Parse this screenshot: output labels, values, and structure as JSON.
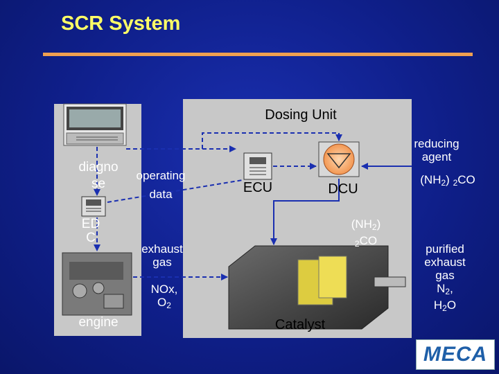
{
  "title": "SCR System",
  "dosing_unit": {
    "label": "Dosing Unit",
    "ecu_label": "ECU",
    "dcu_label": "DCU"
  },
  "catalyst_label": "Catalyst",
  "left": {
    "diagnose_line1": "diagno",
    "diagnose_line2": "se",
    "edc_line1": "ED",
    "edc_line2": "C",
    "engine_label": "engine"
  },
  "signals": {
    "operating_line1": "operating",
    "operating_line2": "data",
    "exhaust_line1": "exhaust",
    "exhaust_line2": "gas",
    "nox_line1": "NOx,",
    "nox_line2": "O",
    "nox_sub": "2"
  },
  "reducing": {
    "line1": "reducing",
    "line2": "agent",
    "formula_a": "(NH",
    "formula_sub1": "2",
    "formula_b": ")",
    "formula_sub2": "2",
    "formula_c": "CO"
  },
  "dose_flow": {
    "line1_a": "(NH",
    "line1_sub": "2",
    "line1_b": ")",
    "line2_sub": "2",
    "line2_c": "CO"
  },
  "purified": {
    "line1": "purified",
    "line2": "exhaust",
    "line3": "gas",
    "n2_a": "N",
    "n2_sub": "2",
    "n2_b": ",",
    "h2o_a": "H",
    "h2o_sub": "2",
    "h2o_b": "O"
  },
  "logo": "MECA",
  "colors": {
    "background": "#0f1f8a",
    "title": "#ffff66",
    "rule": "#f0a050",
    "panel": "#c8c8c8"
  }
}
